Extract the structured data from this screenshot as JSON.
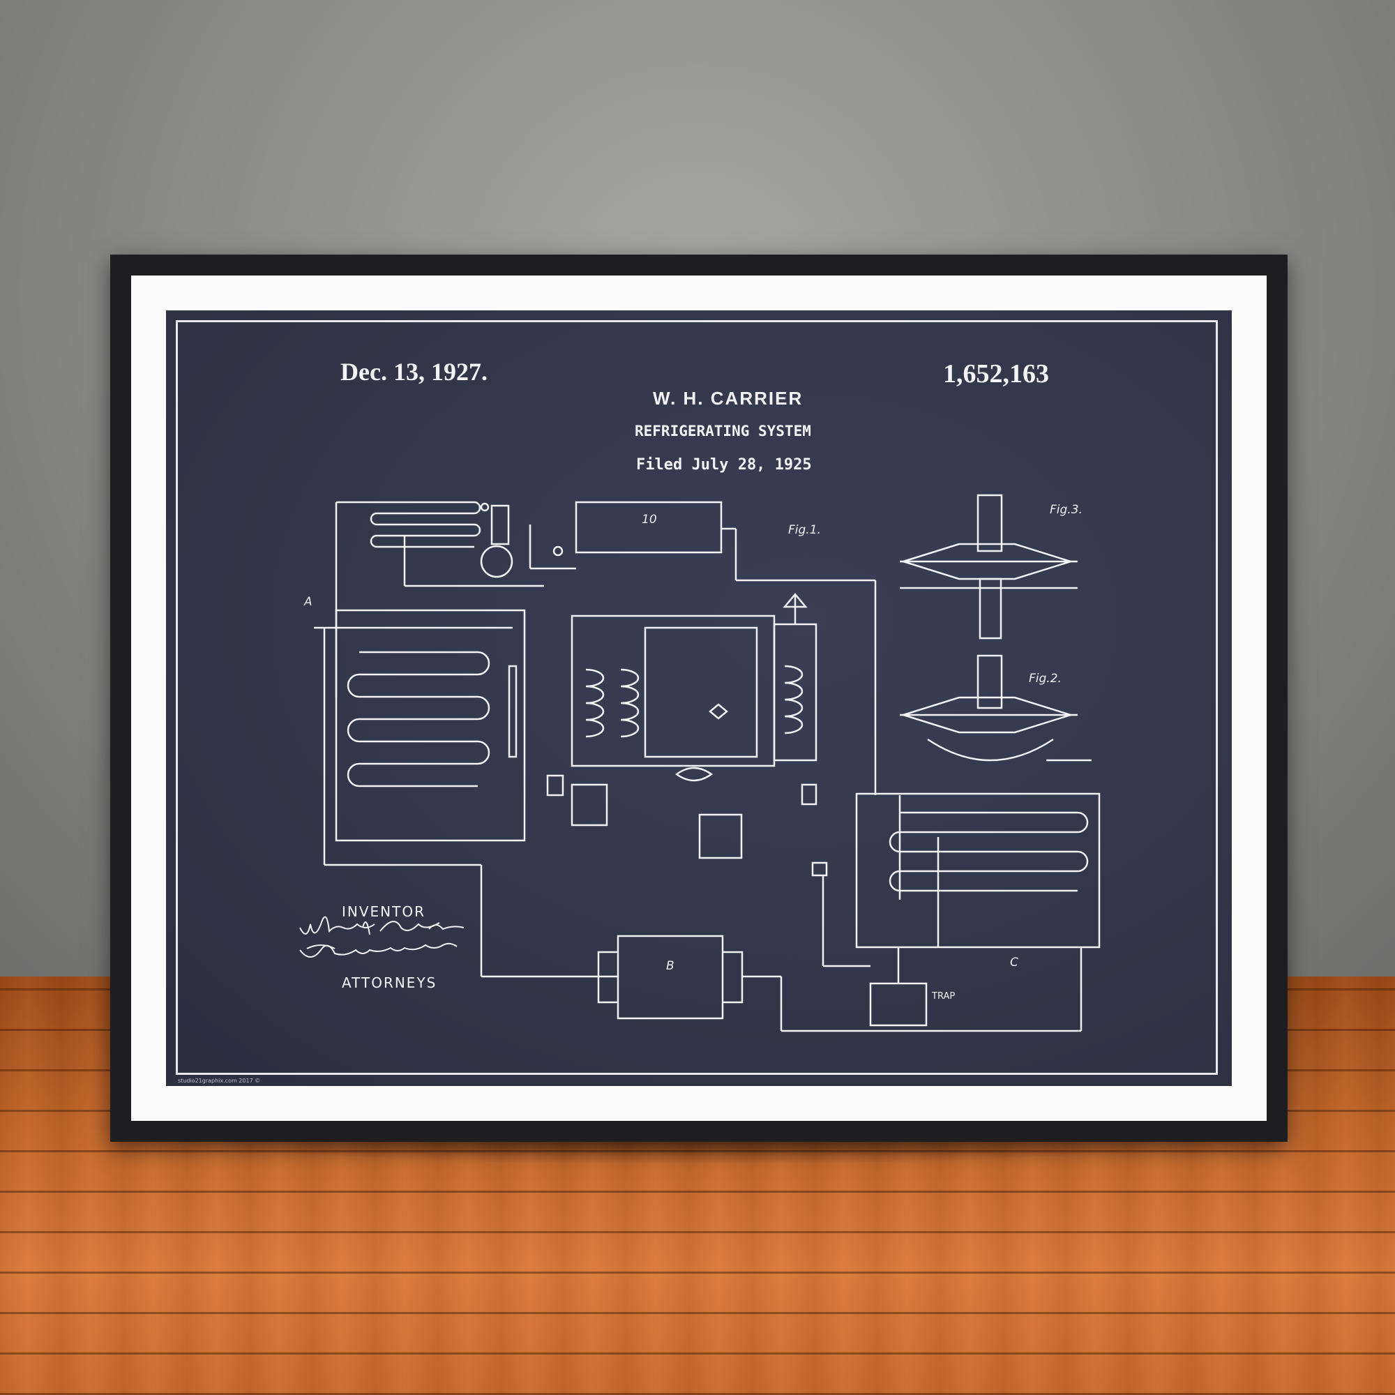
{
  "patent": {
    "date": "Dec. 13, 1927.",
    "number": "1,652,163",
    "inventor_name": "W. H. CARRIER",
    "subject": "REFRIGERATING SYSTEM",
    "filed": "Filed July 28, 1925"
  },
  "signature": {
    "role_top": "INVENTOR",
    "role_bottom": "ATTORNEYS"
  },
  "figures": {
    "fig1": "Fig.1.",
    "fig2": "Fig.2.",
    "fig3": "Fig.3."
  },
  "components": {
    "box_10": "10",
    "box_b": "B",
    "box_c": "C",
    "box_a": "A",
    "trap": "TRAP"
  },
  "credit": "studio21graphix.com 2017 ©",
  "colors": {
    "blueprint": "#323648",
    "line": "#f2f2f4",
    "frame": "#1e1e20",
    "mat": "#fbfbfb",
    "floor": "#c1652a"
  }
}
